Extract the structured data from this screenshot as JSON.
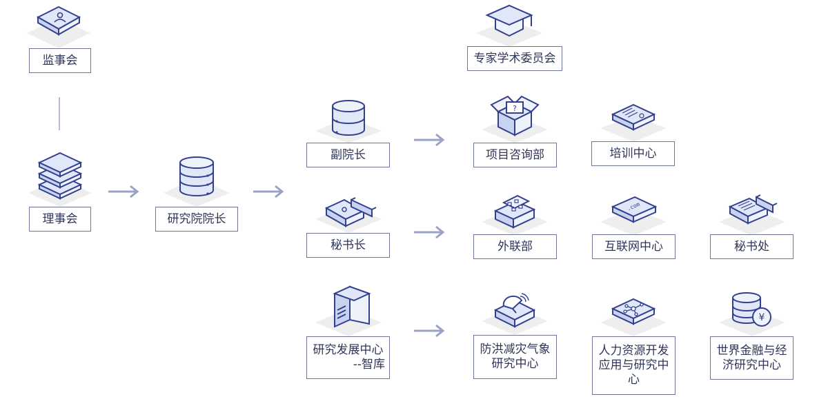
{
  "nodes": {
    "supervisory_board": "监事会",
    "board": "理事会",
    "president": "研究院院长",
    "vice_president": "副院长",
    "secretary_general": "秘书长",
    "rd_center_line1": "研究发展中心",
    "rd_center_line2": "--智库",
    "expert_committee": "专家学术委员会",
    "project_consulting": "项目咨询部",
    "training_center": "培训中心",
    "external_liaison": "外联部",
    "internet_center": "互联网中心",
    "secretariat": "秘书处",
    "disaster_center_line1": "防洪减灾气象",
    "disaster_center_line2": "研究中心",
    "hr_center_line1": "人力资源开发",
    "hr_center_line2": "应用与研究中",
    "hr_center_line3": "心",
    "finance_center_line1": "世界金融与经",
    "finance_center_line2": "济研究中心"
  },
  "icons": {
    "supervisory_board": "id-card-icon",
    "board": "stacked-layers-icon",
    "president": "database-icon",
    "vice_president": "database-icon",
    "secretary_general": "id-badge-icon",
    "rd_center": "server-tower-icon",
    "expert_committee": "graduation-cap-icon",
    "project_consulting": "question-box-icon",
    "training_center": "certificate-icon",
    "external_liaison": "building-icon",
    "internet_center": "dotcom-screen-icon",
    "secretariat": "document-stack-icon",
    "disaster_center": "satellite-dish-icon",
    "hr_center": "network-nodes-icon",
    "finance_center": "coins-yen-icon"
  },
  "colors": {
    "icon_stroke": "#33408f",
    "icon_fill": "#dfe7f8",
    "platform": "#f2f2f2",
    "label_border": "#6d7599",
    "arrow": "#9aa2c6"
  }
}
